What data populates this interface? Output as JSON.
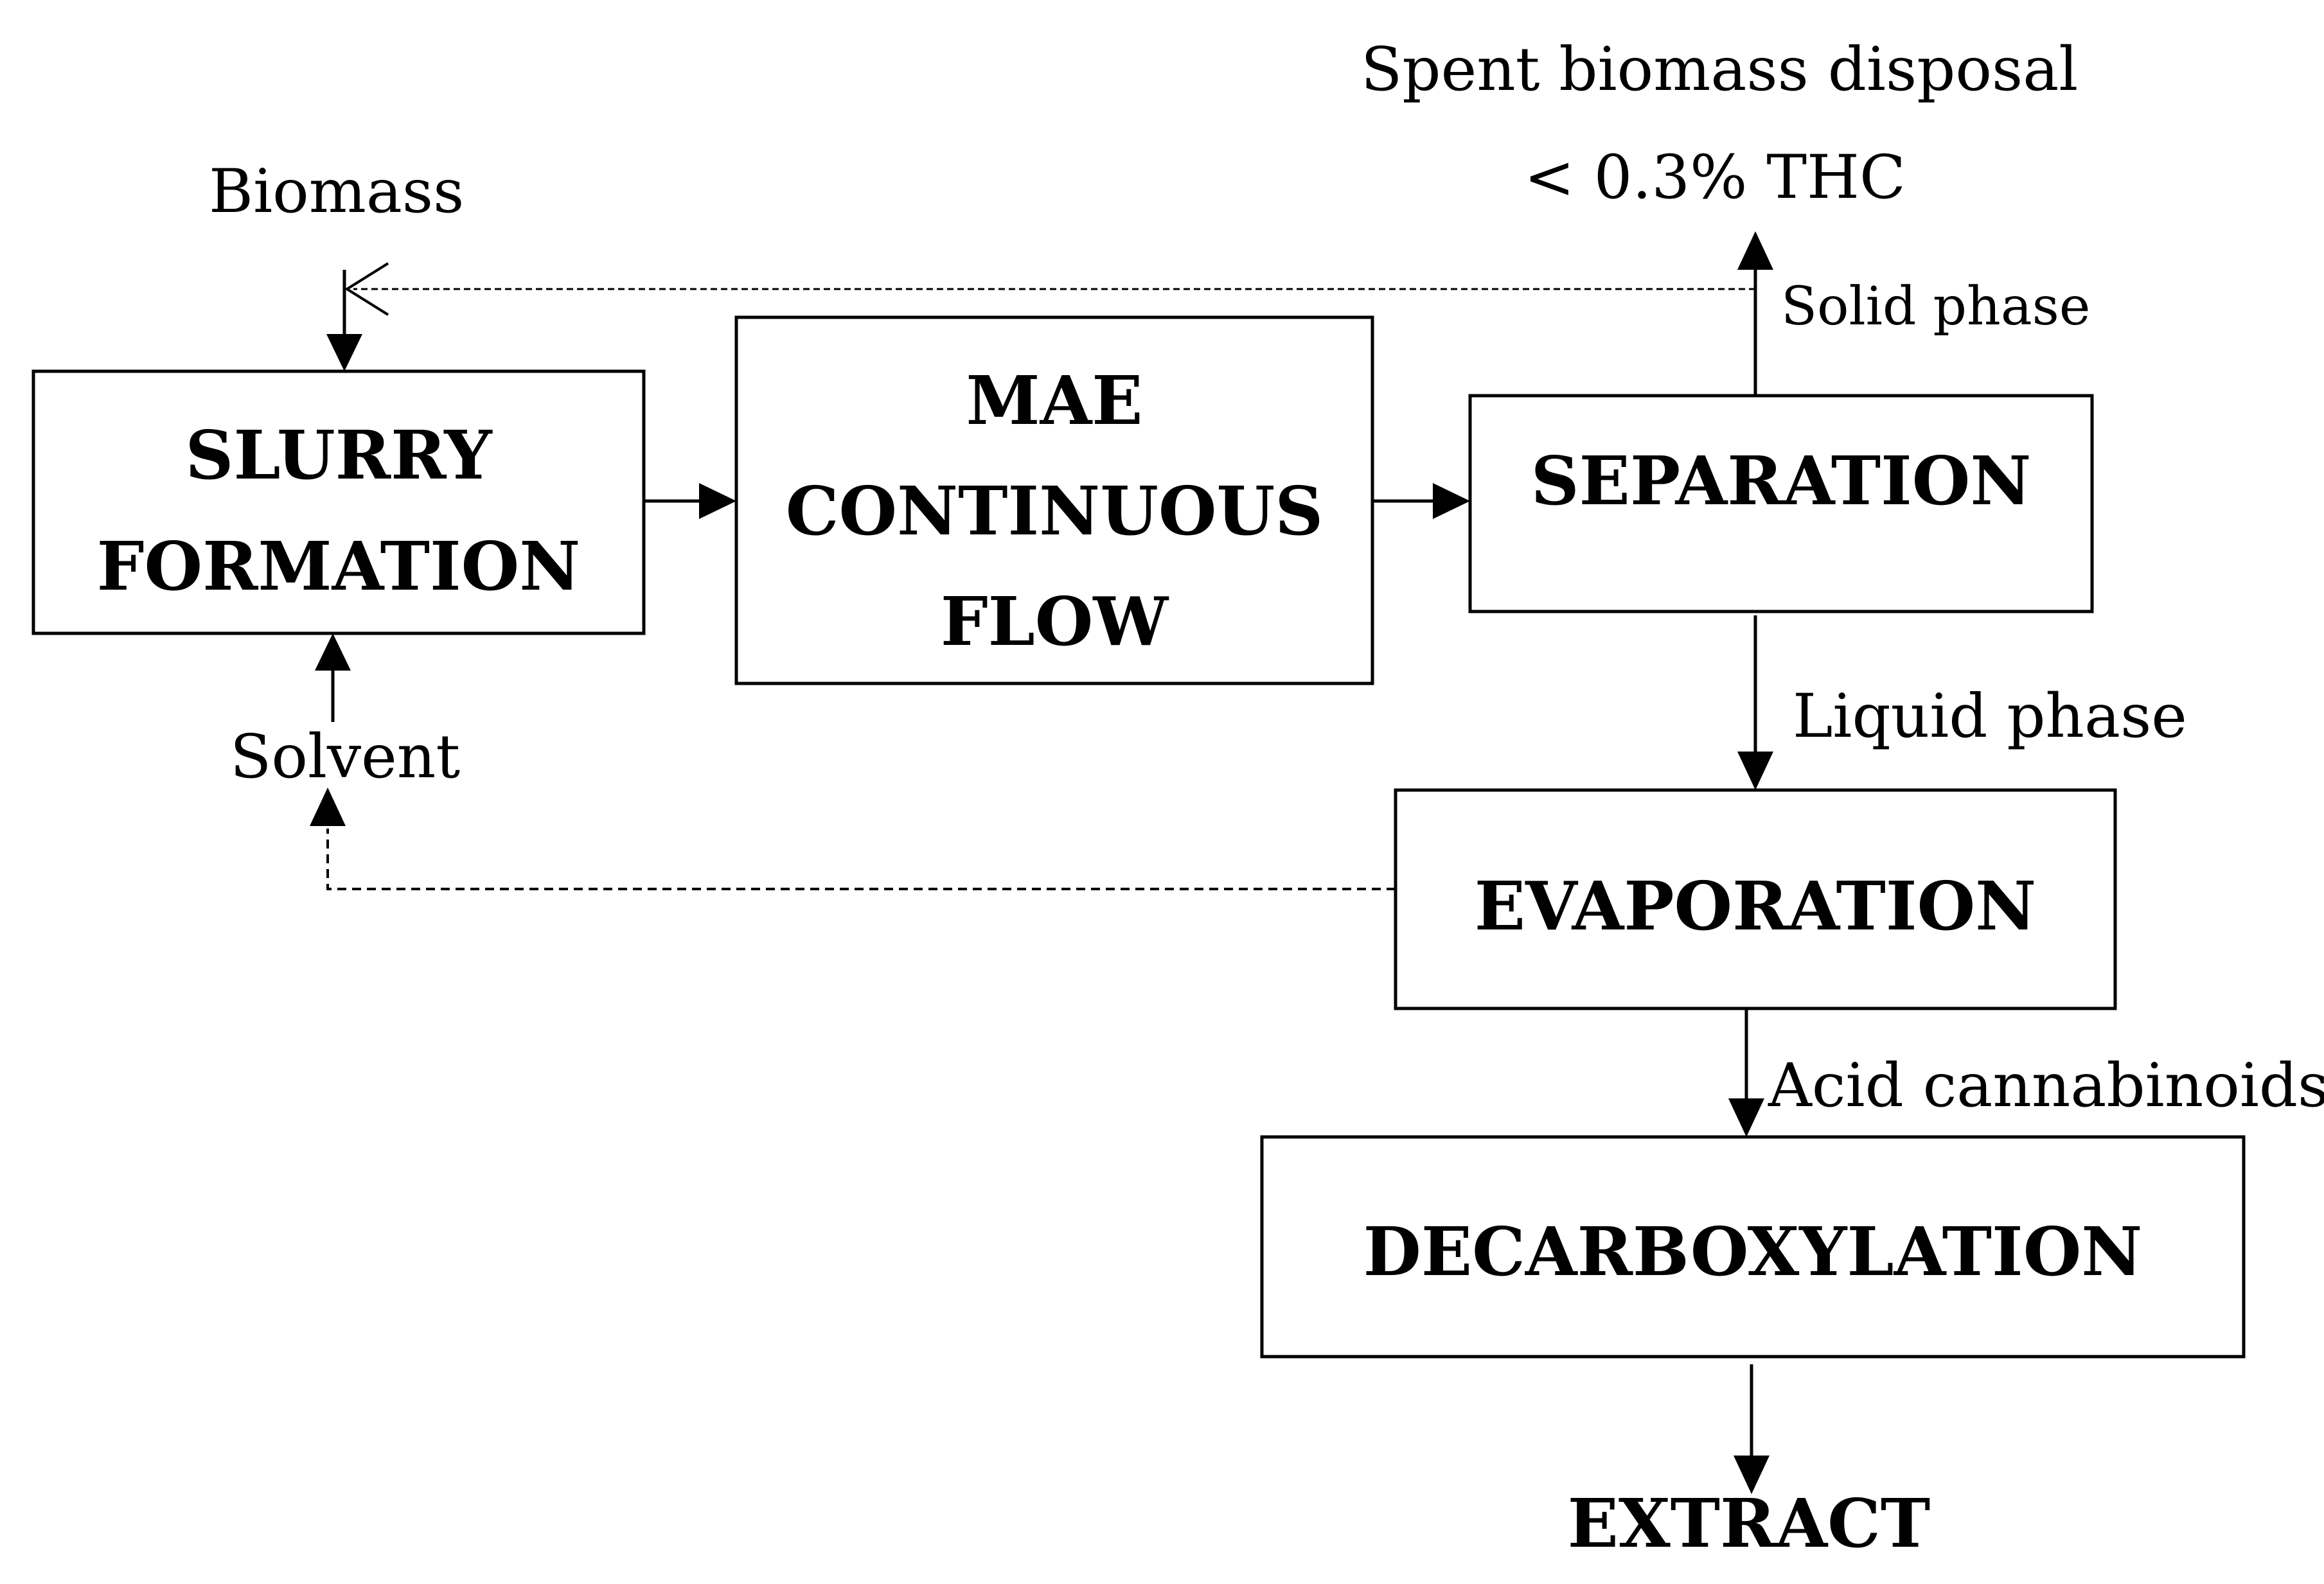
{
  "diagram": {
    "nodes": {
      "slurry": {
        "line1": "SLURRY",
        "line2": "FORMATION"
      },
      "mae": {
        "line1": "MAE",
        "line2": "CONTINUOUS",
        "line3": "FLOW"
      },
      "separation": {
        "label": "SEPARATION"
      },
      "evaporation": {
        "label": "EVAPORATION"
      },
      "decarboxylation": {
        "label": "DECARBOXYLATION"
      }
    },
    "labels": {
      "biomass": "Biomass",
      "solvent": "Solvent",
      "spent_disposal": "Spent biomass disposal",
      "thc_limit": "< 0.3% THC",
      "solid_phase": "Solid phase",
      "liquid_phase": "Liquid phase",
      "acid_cannabinoids": "Acid cannabinoids",
      "extract": "EXTRACT"
    }
  }
}
